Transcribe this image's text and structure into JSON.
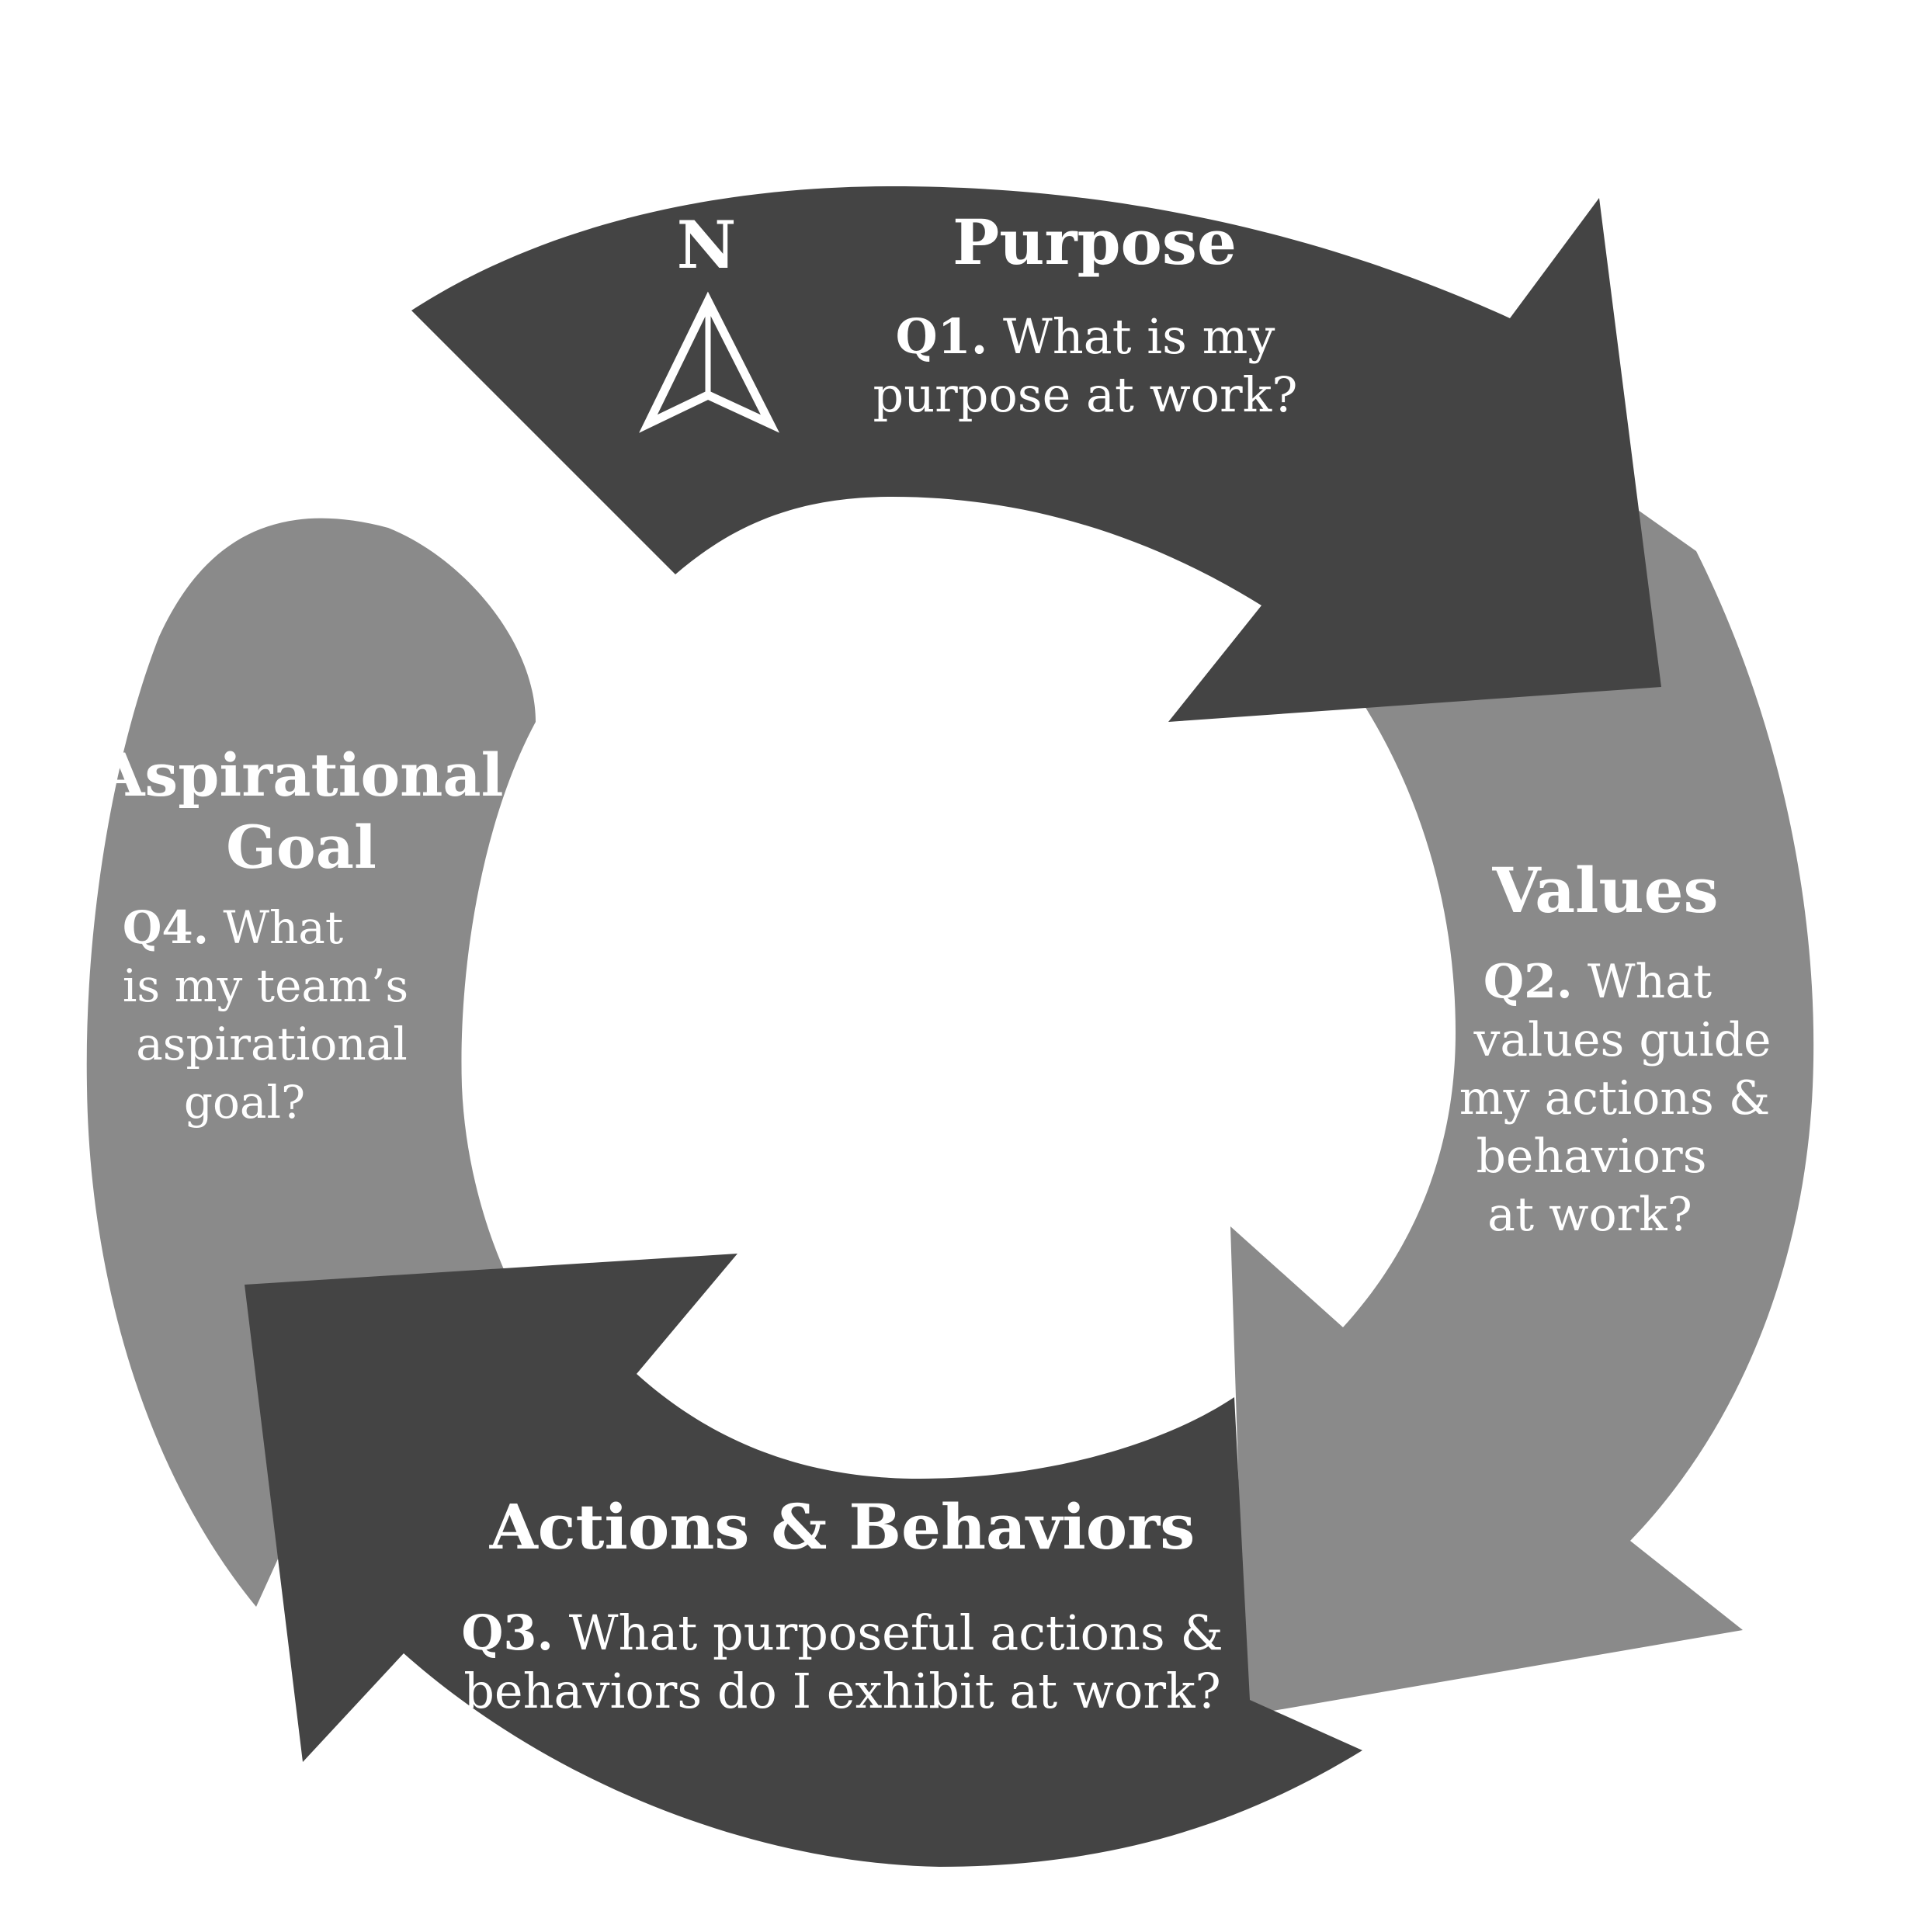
{
  "compass": {
    "letter": "N"
  },
  "sections": {
    "purpose": {
      "title": "Purpose",
      "q_number": "Q1.",
      "q_line1": "What is my",
      "q_line2": "purpose at work?"
    },
    "values": {
      "title": "Values",
      "q_number": "Q2.",
      "q_line1": "What",
      "q_line2": "values guide",
      "q_line3": "my actions &",
      "q_line4": "behaviors",
      "q_line5": "at work?"
    },
    "actions": {
      "title": "Actions & Behaviors",
      "q_number": "Q3.",
      "q_line1": "What purposeful actions &",
      "q_line2": "behaviors do I exhibit at work?"
    },
    "aspirational": {
      "title_line1": "Aspirational",
      "title_line2": "Goal",
      "q_number": "Q4.",
      "q_line1": "What",
      "q_line2": "is my team’s",
      "q_line3": "aspirational",
      "q_line4": "goal?"
    }
  },
  "colors": {
    "light_segment": "#8a8a8a",
    "dark_segment": "#444444",
    "text": "#ffffff",
    "background": "#ffffff"
  }
}
